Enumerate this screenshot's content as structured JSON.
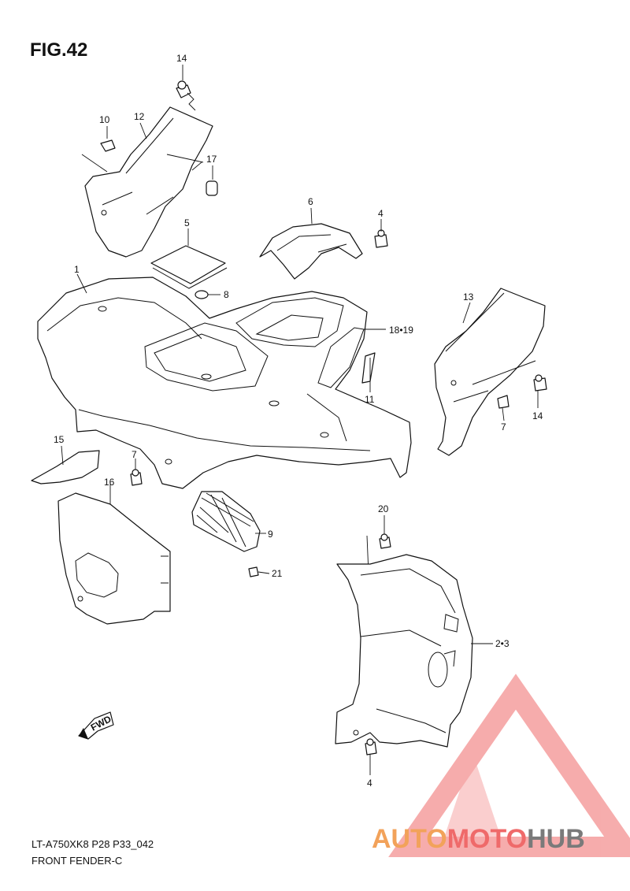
{
  "figure": {
    "title": "FIG.42"
  },
  "footer": {
    "code": "LT-A750XK8 P28 P33_042",
    "name": "FRONT FENDER-C"
  },
  "callouts": {
    "c1": "1",
    "c2_3": "2•3",
    "c4a": "4",
    "c4b": "4",
    "c5": "5",
    "c6": "6",
    "c7a": "7",
    "c7b": "7",
    "c8": "8",
    "c9": "9",
    "c10": "10",
    "c11": "11",
    "c12": "12",
    "c13": "13",
    "c14a": "14",
    "c14b": "14",
    "c15": "15",
    "c16": "16",
    "c17": "17",
    "c18_19": "18•19",
    "c20": "20",
    "c21": "21"
  },
  "fwd_arrow": {
    "text": "FWD"
  },
  "watermark": {
    "part1": "AUTO",
    "part2": "MOTO",
    "part3": "HUB",
    "color_orange": "#f2a25a",
    "color_red": "#ef6a6a",
    "color_gray": "#7a7a7a",
    "icon": "triangle-m-logo"
  }
}
